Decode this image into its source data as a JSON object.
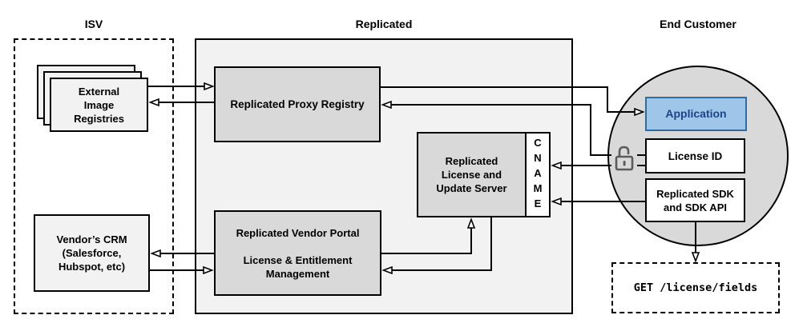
{
  "sections": {
    "isv": {
      "label": "ISV"
    },
    "replicated": {
      "label": "Replicated"
    },
    "end_customer": {
      "label": "End Customer"
    }
  },
  "nodes": {
    "external_image_registries": {
      "label": "External\nImage\nRegistries"
    },
    "proxy_registry": {
      "label": "Replicated Proxy Registry"
    },
    "license_update_server": {
      "label": "Replicated\nLicense and\nUpdate Server"
    },
    "cname": {
      "label": "CNAME"
    },
    "vendor_portal": {
      "label": "Replicated Vendor Portal\n\nLicense & Entitlement\nManagement"
    },
    "vendors_crm": {
      "label": "Vendor’s CRM\n(Salesforce,\nHubspot, etc)"
    },
    "application": {
      "label": "Application"
    },
    "license_id": {
      "label": "License ID"
    },
    "replicated_sdk": {
      "label": "Replicated SDK\nand SDK API"
    },
    "get_endpoint": {
      "label": "GET /license/fields"
    }
  },
  "icons": {
    "unlock": "unlock-icon"
  },
  "edges": [
    {
      "from": "external-image-registries",
      "to": "proxy-registry"
    },
    {
      "from": "proxy-registry",
      "to": "external-image-registries"
    },
    {
      "from": "proxy-registry",
      "to": "application"
    },
    {
      "from": "license-id",
      "to": "proxy-registry"
    },
    {
      "from": "license-id",
      "to": "cname"
    },
    {
      "from": "replicated-sdk",
      "to": "cname"
    },
    {
      "from": "vendor-portal",
      "to": "license-update-server"
    },
    {
      "from": "license-update-server",
      "to": "vendor-portal"
    },
    {
      "from": "vendor-portal",
      "to": "vendors-crm"
    },
    {
      "from": "vendors-crm",
      "to": "vendor-portal"
    },
    {
      "from": "replicated-sdk",
      "to": "get-endpoint"
    }
  ],
  "colors": {
    "panel_gray": "#f2f2f2",
    "node_gray": "#d9d9d9",
    "app_fill": "#9fc5e8",
    "app_border": "#2e6da4",
    "app_text": "#1c4587",
    "line": "#000000"
  }
}
